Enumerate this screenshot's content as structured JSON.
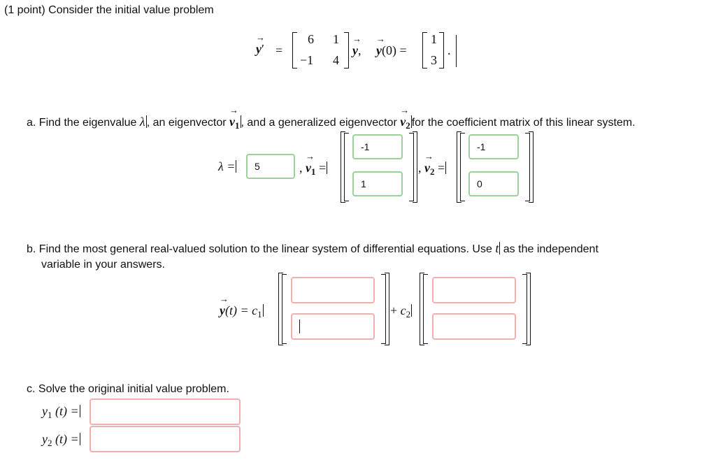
{
  "header": {
    "prompt": "(1 point) Consider the initial value problem"
  },
  "problem": {
    "lhs": "y",
    "prime": "′",
    "equals": "=",
    "matrix": {
      "a11": "6",
      "a12": "1",
      "a21": "−1",
      "a22": "4"
    },
    "rhs_vec": "y",
    "comma": ",",
    "init_label": "y",
    "init_arg": "(0) =",
    "init": {
      "v1": "1",
      "v2": "3"
    },
    "period": "."
  },
  "part_a": {
    "text_1": "a. Find the eigenvalue",
    "lambda": "λ",
    "text_2": ", an eigenvector",
    "v1": "v",
    "v1_sub": "1",
    "text_3": ", and a generalized eigenvector",
    "v2": "v",
    "v2_sub": "2",
    "text_4": "for the coefficient matrix of this linear system.",
    "lambda_label": "λ =",
    "lambda_value": "5",
    "v1_label_prefix": ",",
    "v1_label_suffix": "=",
    "v1_values": [
      "-1",
      "1"
    ],
    "v2_label_prefix": ",",
    "v2_label_suffix": "=",
    "v2_values": [
      "-1",
      "0"
    ]
  },
  "part_b": {
    "text_line1_pre": "b. Find the most general real-valued solution to the linear system of differential equations. Use",
    "t": "t",
    "text_line1_post": "as the independent",
    "text_line2": "variable in your answers.",
    "y_label": "y",
    "y_arg": "(t) =",
    "c1": "c",
    "c1_sub": "1",
    "plus": "+",
    "c2": "c",
    "c2_sub": "2",
    "c1_values": [
      "",
      ""
    ],
    "c2_values": [
      "",
      ""
    ]
  },
  "part_c": {
    "text": "c. Solve the original initial value problem.",
    "y1_label": "y",
    "y1_sub": "1",
    "y1_arg": "(t) =",
    "y2_label": "y",
    "y2_sub": "2",
    "y2_arg": "(t) =",
    "y1_value": "",
    "y2_value": ""
  },
  "colors": {
    "correct_border": "#9ad29a",
    "incorrect_border": "#f0b0b0"
  }
}
